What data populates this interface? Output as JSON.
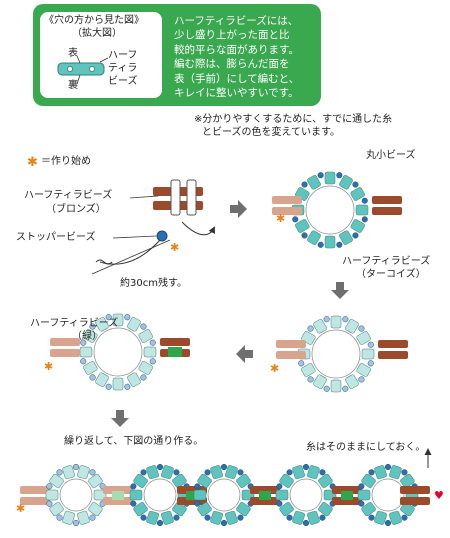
{
  "info_box": {
    "view_title": "《穴の方から見た図》",
    "zoom_label": "（拡大図）",
    "front_label": "表",
    "back_label": "裏",
    "bead_name_lines": [
      "ハーフ",
      "ティラ",
      "ビーズ"
    ],
    "text_lines": [
      "ハーフティラビーズには、",
      "少し盛り上がった面と比",
      "較的平らな面があります。",
      "編む際は、膨らんだ面を",
      "表（手前）にして編むと、",
      "キレイに整いやすいです。"
    ]
  },
  "note_lines": [
    "※分かりやすくするために、すでに通した糸",
    "とビーズの色を変えています。"
  ],
  "legend": {
    "symbol": "✱",
    "text": "＝作り始め"
  },
  "labels": {
    "maru_komi": "丸小ビーズ",
    "half_bronze": [
      "ハーフティラビーズ",
      "（ブロンズ）"
    ],
    "stopper": "ストッパービーズ",
    "remain": "約30cm残す。",
    "half_turquoise": [
      "ハーフティラビーズ",
      "（ターコイズ）"
    ],
    "half_green": [
      "ハーフティラビーズ",
      "（緑）"
    ],
    "repeat": "繰り返して、下図の通り作る。",
    "leave_thread": "糸はそのままにしておく。"
  },
  "colors": {
    "green_box": "#3aa84f",
    "bronze": "#9b4a2c",
    "bronze_pale": "#d9a48e",
    "turquoise": "#5fc4bd",
    "turquoise_pale": "#bfe6e3",
    "green_bead": "#2ca84b",
    "green_pale": "#a8dcae",
    "round_bead": "#2c6fae",
    "round_pale": "#9fc3e0",
    "start_mark": "#e8821a",
    "heart": "#e6002d",
    "arrow_gray": "#6f6f6f"
  }
}
